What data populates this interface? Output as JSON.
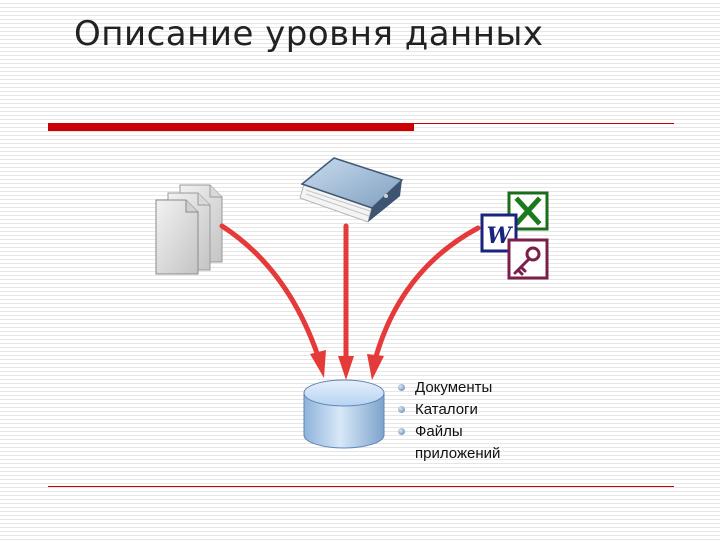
{
  "title": "Описание уровня данных",
  "colors": {
    "accent": "#cc0000",
    "arrow": "#e53a3a",
    "database": "#b6d3f2"
  },
  "icons": {
    "documents": "document-pages-icon",
    "catalog": "binder-icon",
    "excel": "excel-icon",
    "word": "word-icon",
    "access": "access-key-icon",
    "database": "database-cylinder-icon"
  },
  "app_icon_labels": {
    "word": "W"
  },
  "legend": [
    "Документы",
    "Каталоги",
    "Файлы приложений"
  ]
}
